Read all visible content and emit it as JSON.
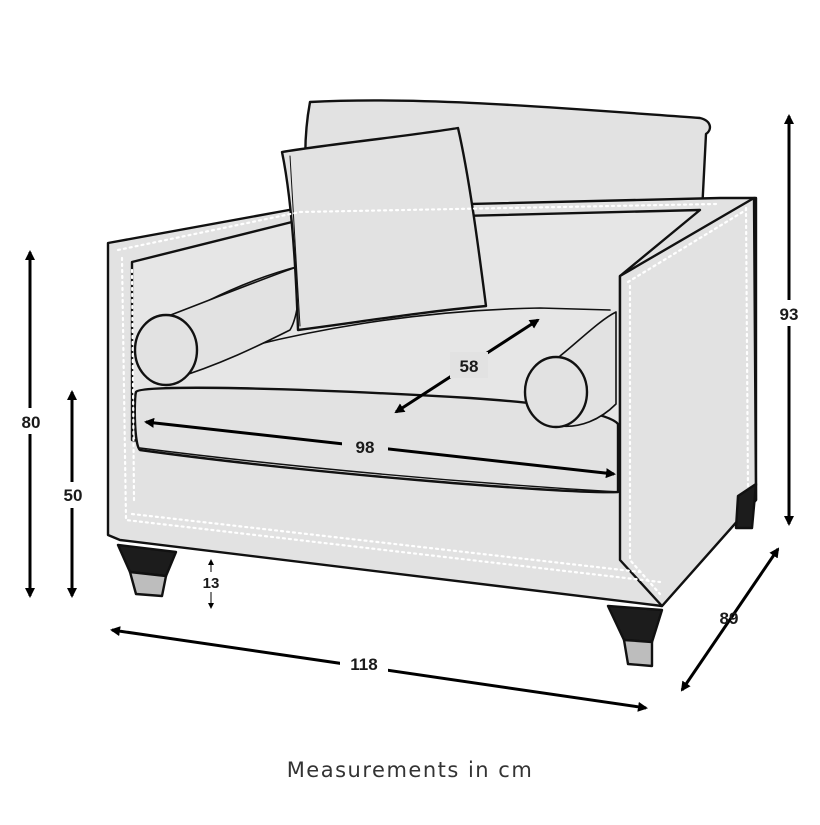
{
  "colors": {
    "outline": "#111111",
    "upholstery_fill": "#e2e2e2",
    "leg_fill": "#1c1c1c",
    "foot_cap": "#bdbdbd",
    "arrow": "#000000"
  },
  "dimensions": {
    "width_total": "118",
    "depth_total": "89",
    "height_total": "93",
    "arm_height": "80",
    "seat_height": "50",
    "seat_width": "98",
    "seat_depth": "58",
    "leg_height": "13"
  },
  "caption": "Measurements in cm"
}
